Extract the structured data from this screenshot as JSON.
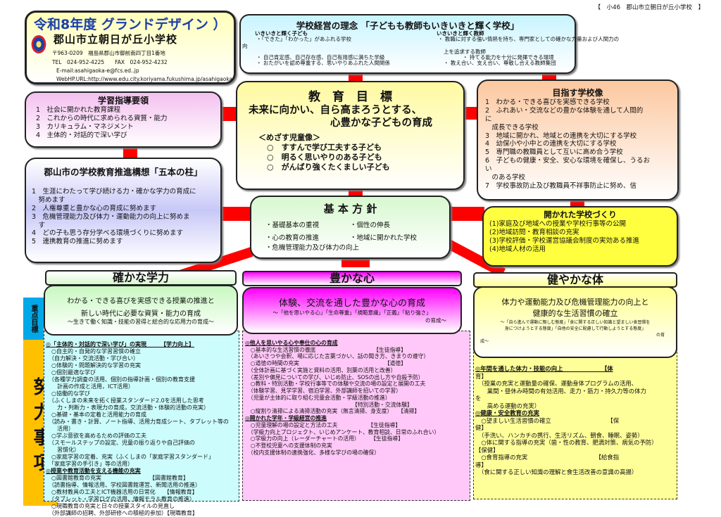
{
  "ref_label": "【　小46　郡山市立朝日が丘小学校　】",
  "header": {
    "title": "令和8年度 グランドデザイン ）",
    "school": "郡山市立朝日が丘小学校",
    "address": "〒963-0209　福島県郡山市御前南四丁目1番地",
    "tel": "TEL　024-952-4225　　FAX　024-952-4232",
    "email": "E-mail:asahigaoka-e@fcs.ed..jp",
    "web": "WebHP.URL:http://www.edu.city.koriyama.fukushima.jp/asahigaoka"
  },
  "philosophy": {
    "title": "学校経営の理念 「子どもも教師もいきいきと輝く学校」",
    "child_head": "いきいきと輝く子ども",
    "child_lines": [
      "・「できた」「わかった」があふれる学校",
      "向",
      "・ 自己肯定感、自己存在感、自己有用感に満ちた学級",
      "・ おたがいを認め尊重する、思いやりあふれた人間関係"
    ],
    "teacher_head": "いきいきと輝く教師",
    "teacher_lines": [
      "・ 教職に対する強い情熱を持ち、専門家としての確かな力量および人間力の",
      "上を追求する教師",
      "・ 持てる能力を十分に発揮できる環境",
      "・ 教え合い、支え合い、尊敬し合える教師集団"
    ]
  },
  "shido": {
    "title": "学習指導要領",
    "items": [
      "1　社会に開かれた教育課程",
      "2　これからの時代に求められる資質・能力",
      "3　カリキュラム・マネジメント",
      "4　主体的・対話的で深い学び"
    ]
  },
  "pillars": {
    "title": "郡山市の学校教育推進構想「五本の柱」",
    "items": [
      "1　生涯にわたって学び続ける力・確かな学力の育成に",
      "　努めます",
      "2　人権尊重と豊かな心の育成に努めます",
      "3　危機管理能力及び体力・運動能力の向上に努めま",
      "　す",
      "4　どの子も思う存分学べる環境づくりに努めます",
      "5　連携教育の推進に努めます"
    ]
  },
  "goal": {
    "title": "教　育　目　標",
    "line1": "未来に向かい、自ら高まろうとする、",
    "line2": "心豊かな子どもの育成",
    "sub": "＜めざす児童像＞",
    "items": [
      "○　すすんで学び工夫する子ども",
      "○　明るく思いやりのある子ども",
      "○　がんばり強くたくましい子ども"
    ]
  },
  "policy": {
    "title": "基 本 方 針",
    "items": [
      "・基礎基本の重視",
      "・個性の伸長",
      "・心の教育の推進",
      "・地域に開かれた学校",
      "・危機管理能力及び体力の向上"
    ]
  },
  "school_image": {
    "title": "目指す学校像",
    "items": [
      "1　わかる・できる喜びを実感できる学校",
      "2　ふれあい・交流などの豊かな体験を通して人間的",
      "に",
      "　成長できる学校",
      "3　地域に開かれ、地域との連携を大切にする学校",
      "4　幼保小や小中との連携を大切にする学校",
      "5　専門職の教職員として互いに高め合う学校",
      "6　子どもの健康・安全、安心な環境を確保し、うるお",
      "い",
      "　のある学校",
      "7　学校事故防止及び教職員不祥事防止に努め、信"
    ]
  },
  "open_school": {
    "title": "開かれた学校づくり",
    "items": [
      "(1)家庭及び地域への授業や学校行事等の公開",
      "(2)地域訪問・教育相談の充実",
      "(3)学校評価・学校運営協議会制度の実効ある推進",
      "(4)地域人材の活用"
    ]
  },
  "side": {
    "focus": "重点目標",
    "effort": "努力事項"
  },
  "col1": {
    "head": "確かな学力",
    "goal1": "わかる・できる喜びを実感できる授業の推進と",
    "goal2": "新しい時代に必要な資質・能力の育成",
    "goal3": "～生きて働く知識・技能の習得と総合的な応用力の育成～",
    "lines": [
      "◎「主体的・対話的で深い学び」の実現　　　【学力向上】",
      "　○自主的・自発的な学習習慣の確立",
      "　（自力解決・交流活動・学び合い）",
      "　○体験的・問題解決的な学習の充実",
      "　○個別最適な学び",
      "　（各種学力調査の活用、個別の指導計画・個別の教育支援",
      "　　計画の作成と活用，ICT活用）",
      "　○協働的な学び",
      "　（ふくしまの未来を拓く授業スタンダード2.0を活用した思考",
      "　　力・判断力・表現力の育成，交流活動・体験的活動の充実）",
      "　○基礎・基本の定着と活用能力の育成",
      "　（読み・書き・計算、ノート指導、活用力育成シート、タブレット等の",
      "　　活用）",
      "　○学ぶ意欲を高めるための評価の工夫",
      "　（スモールステップの設定、児童の振り返りや自己評価の",
      "　　習慣化）",
      "　○家庭学習の定着、充実（ふくしまの「家庭学習スタンダード」",
      "　「家庭学習の手引き」等の活用）",
      "◎授業や教育活動を支える機能の充実",
      "　○図書館教育の充実　　　　　　　　　【図書館教育】",
      "　（読書指導、情報活用、学校図書館運営、新聞活用の推進）",
      "　○教材教具の工夫とICT機器活用の日常化　　【情報教育】",
      "　（タブレット・学習ログの活用、情報モラル教育の推進）",
      "　○現職教育の充実と日々の授業スタイルの見直し",
      "　（外部講師の招聘、外部研修への積極的参加）【現職教育】"
    ]
  },
  "col2": {
    "head": "豊かな心",
    "goal1": "体験、交流を通した豊かな心の育成",
    "goal2": "～「他を思いやる心」「生命尊重」「規範意識」「正義」「粘り強さ」",
    "goal3": "の育成～",
    "lines": [
      "◎他人を思いやる心や奉仕の心の育成",
      "　○基本的な生活習慣の徹底　　　　　　　　　　　【生徒指導】",
      "　（あいさつや会釈、場に応じた言葉づかい、話の聞き方、きまりの遵守）",
      "　○道徳の時間の充実　　　　　　　　　　　　　　　　【道徳】",
      "　（全体計画に基づく実施と資料の活用、別葉の活用と改善）",
      "　（差別や偏見についての学び、いじめ防止、SOSの出し方や自殺予防）",
      "　○教科・特別活動・学校行事等での体験や交流の場の設定と展開の工夫",
      "　（体験学習、見学学習、宿泊学習、外部講師を招いての学習）",
      "　（児童が主体的に取り組む児童会活動・学級活動の推進）",
      "　　　　　　　　　　　　　　　　　　　　【特別活動・交流体験】",
      "　○縦割り清掃による清掃活動の充実（無言清掃、身支度）　　【清掃】",
      "◎開かれた学年・学級経営の推進",
      "　○児童理解の場の設定と方法の工夫　　　　　　【生徒指導】",
      "　（学級力向上プロジェクト、いじめアンケート、教育相談、日常のふれ合い）",
      "　○学級力の向上（レーダーチャートの活用）　　　【生徒指導】",
      "　○不登校児童への支援体制の充実",
      "　（校内支援体制の連携強化、多様な学びの場の確保）"
    ]
  },
  "col3": {
    "head": "健やかな体",
    "goal1": "体力や運動能力及び危機管理能力の向上と",
    "goal2": "健康的な生活習慣の確立",
    "goal3": "～「自ら進んで運動に親しむ態度」「食に関する正しい知識と望ましい食習慣を",
    "goal4": "身につけようとする態度」「自他の安全に配慮して行動しようとする態度」",
    "goal5": "の育",
    "goal6": "成～",
    "lines": [
      "◎年間を通した体力・技能の向上　　　　　　　【体",
      "育】",
      "　（授業の充実と運動量の確保、運動身体プログラムの活用、",
      "　　業間・昼休み時間の有効活用、走力・筋力・持久力等の体力",
      "を",
      "　　高める運動の充実）",
      "◎健康・安全教育の充実",
      "　○望ましい生活習慣の確立　　　　　　　　　　【保",
      "健】",
      "　（手洗い、ハンカチの携行、生活リズム、朝食、睡眠、姿勢）",
      "　○体に関する指導の充実（歯・性の教育、肥満対策、病気の予防）",
      "【保健】",
      "　○食育指導の充実　　　　　　　　　　　　【給食指",
      "導】",
      "　（食に関する正しい知識の理解と食生活改善の意識の高揚）"
    ]
  },
  "colors": {
    "red": "#ff0000",
    "header_title": "#1a3fa8",
    "focus_strip": "#00a8e8",
    "effort_strip": "#ffc000"
  }
}
